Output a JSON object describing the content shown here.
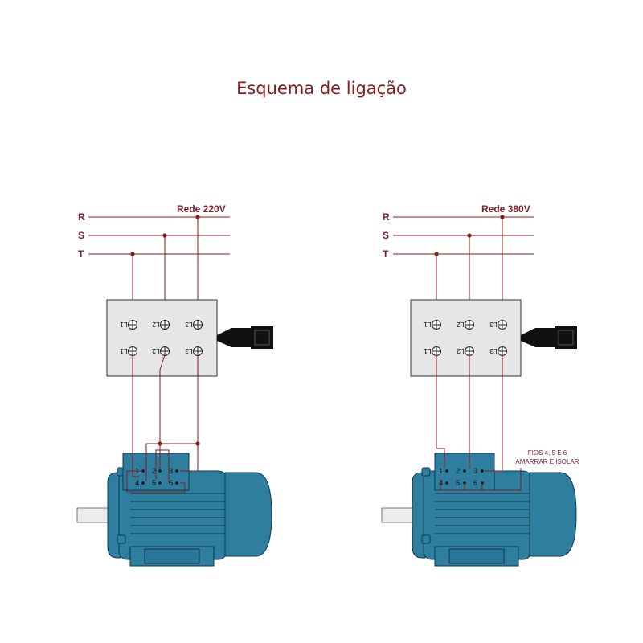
{
  "title": "Esquema de ligação",
  "colors": {
    "title": "#8b1a1a",
    "wire": "#8b1a1a",
    "motor": "#2e7ea0",
    "motor_dark": "#1d5f7c",
    "switch_box": "#e6e6e6"
  },
  "diagrams": [
    {
      "id": "220v",
      "network_label": "Rede 220V",
      "phases": [
        "R",
        "S",
        "T"
      ],
      "switch_labels": [
        "L1",
        "L2",
        "L3",
        "L1",
        "L2",
        "L3"
      ],
      "terminals": [
        "1",
        "2",
        "3",
        "4",
        "5",
        "6"
      ],
      "note_line1": "",
      "note_line2": ""
    },
    {
      "id": "380v",
      "network_label": "Rede 380V",
      "phases": [
        "R",
        "S",
        "T"
      ],
      "switch_labels": [
        "L1",
        "L2",
        "L3",
        "L1",
        "L2",
        "L3"
      ],
      "terminals": [
        "1",
        "2",
        "3",
        "4",
        "5",
        "6"
      ],
      "note_line1": "FIOS 4, 5 E 6",
      "note_line2": "AMARRAR E ISOLAR"
    }
  ]
}
